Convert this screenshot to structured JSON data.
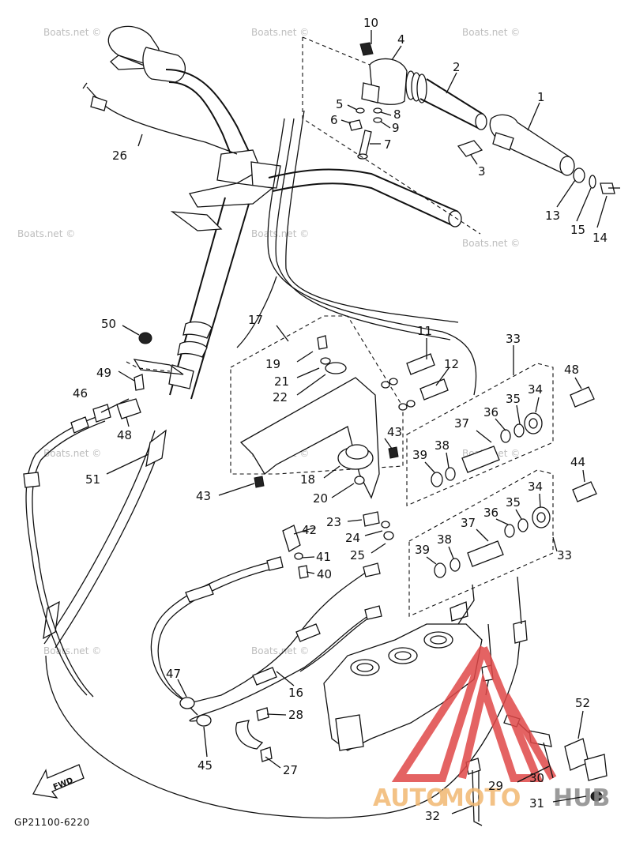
{
  "watermark_text": "Boats.net ©",
  "drawing_code": "GP21100-6220",
  "fwd_label": "FWD",
  "brand": {
    "part1": "AUTO",
    "part2": "MOTO",
    "part3": "HUB",
    "colors": {
      "auto": "#f2b872",
      "moto": "#f2b872",
      "hub": "#8a8a8a",
      "triangle": "#e04848"
    }
  },
  "callouts": {
    "c1": "1",
    "c2": "2",
    "c3": "3",
    "c4": "4",
    "c5": "5",
    "c6": "6",
    "c7": "7",
    "c8": "8",
    "c9": "9",
    "c10": "10",
    "c11": "11",
    "c12": "12",
    "c13": "13",
    "c14": "14",
    "c15": "15",
    "c16": "16",
    "c17": "17",
    "c18": "18",
    "c19": "19",
    "c20": "20",
    "c21": "21",
    "c22": "22",
    "c23": "23",
    "c24": "24",
    "c25": "25",
    "c26": "26",
    "c27": "27",
    "c28": "28",
    "c29": "29",
    "c30": "30",
    "c31": "31",
    "c32": "32",
    "c33a": "33",
    "c33b": "33",
    "c34a": "34",
    "c34b": "34",
    "c35a": "35",
    "c35b": "35",
    "c36a": "36",
    "c36b": "36",
    "c37a": "37",
    "c37b": "37",
    "c38a": "38",
    "c38b": "38",
    "c39a": "39",
    "c39b": "39",
    "c40": "40",
    "c41": "41",
    "c42": "42",
    "c43a": "43",
    "c43b": "43",
    "c44": "44",
    "c45": "45",
    "c46": "46",
    "c47": "47",
    "c48a": "48",
    "c48b": "48",
    "c49": "49",
    "c50": "50",
    "c51": "51",
    "c52": "52"
  }
}
